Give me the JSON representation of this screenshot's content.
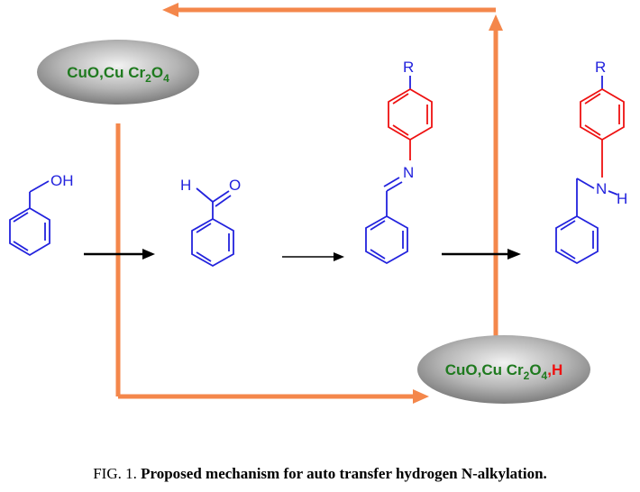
{
  "catalyst": {
    "top": {
      "main": "CuO,Cu Cr",
      "sub1": "2",
      "mid": "O",
      "sub2": "4"
    },
    "bottom": {
      "main": "CuO,Cu Cr",
      "sub1": "2",
      "mid": "O",
      "sub2": "4",
      "sep": ",",
      "h": "H"
    }
  },
  "atoms": {
    "benzyl_alcohol_oh": "OH",
    "aldehyde_h": "H",
    "aldehyde_o": "O",
    "imine_r": "R",
    "imine_n": "N",
    "amine_r": "R",
    "amine_n": "N",
    "amine_h": "H"
  },
  "caption": {
    "prefix": "FIG. 1. ",
    "title": "Proposed mechanism for auto transfer hydrogen N-alkylation."
  },
  "colors": {
    "cycle_arrow": "#f4874b",
    "structure_blue": "#2222dd",
    "structure_red": "#ee1111",
    "catalyst_text": "#1f7a1f",
    "hydrogen_red": "#ee1111"
  }
}
